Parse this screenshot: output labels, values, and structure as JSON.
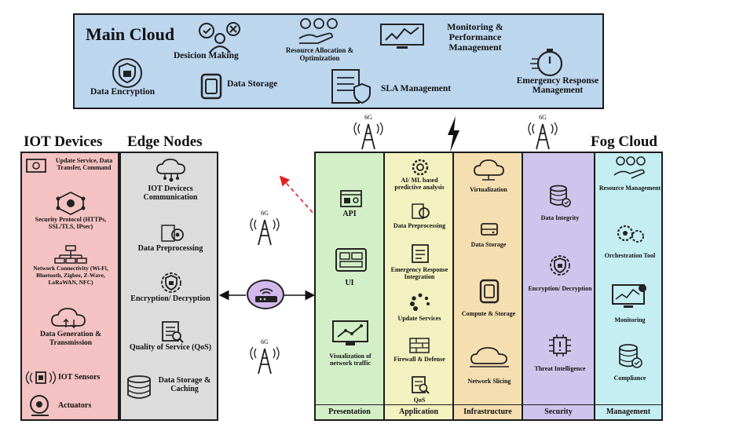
{
  "main_cloud": {
    "title": "Main Cloud",
    "decision_making": "Desicion Making",
    "resource_allocation": "Resource Allocation & Optimization",
    "monitoring": "Monitoring & Performance Management",
    "data_encryption": "Data Encryption",
    "data_storage": "Data Storage",
    "sla": "SLA Management",
    "emergency": "Emergency Response Management"
  },
  "iot": {
    "title": "IOT Devices",
    "update_service": "Update Service, Data Transfer, Command",
    "security_protocol": "Security Protocol (HTTPs, SSL/TLS, IPsec)",
    "network_connectivity": "Network Connectivity (Wi-Fi, Bluetooth, Zigbee, Z-Wave, LoRaWAN, NFC)",
    "data_generation": "Data Generation & Transmission",
    "sensors": "IOT Sensors",
    "actuators": "Actuators"
  },
  "edge": {
    "title": "Edge Nodes",
    "iot_comm": "IOT Devicecs Communication",
    "preprocessing": "Data Preprocessing",
    "encryption": "Encryption/ Decryption",
    "qos": "Quality of Service (QoS)",
    "storage": "Data Storage & Caching"
  },
  "towers": {
    "label": "6G"
  },
  "fog": {
    "title": "Fog Cloud",
    "presentation": {
      "footer": "Presentation",
      "api": "API",
      "ui": "UI",
      "viz": "Visualization of network traffic"
    },
    "application": {
      "footer": "Application",
      "ai": "AI/ ML based predictive analysis",
      "preproc": "Data Preprocessing",
      "emergency": "Emergency Response Integration",
      "update": "Update Services",
      "firewall": "Firewall & Defense",
      "qos": "QoS"
    },
    "infrastructure": {
      "footer": "Infrastructure",
      "virtualization": "Virtualization",
      "storage": "Data Storage",
      "compute": "Compute & Storage",
      "slicing": "Network Slicing"
    },
    "security": {
      "footer": "Security",
      "integrity": "Data Integrity",
      "encryption": "Encryption/ Decryption",
      "threat": "Threat Intelligence"
    },
    "management": {
      "footer": "Management",
      "resource": "Resource Management",
      "orchestration": "Orchestration Tool",
      "monitoring": "Monitoring",
      "compliance": "Compliance"
    }
  },
  "colors": {
    "main_cloud": "#bcd6ee",
    "iot": "#f4c2c2",
    "edge": "#dcdcdc",
    "presentation": "#d3efc8",
    "application": "#f4f1c0",
    "infrastructure": "#f5deb0",
    "security": "#cfc5ec",
    "management": "#c5eef2",
    "router": "#d3b8ec",
    "arrow_dashed": "#e02020"
  }
}
